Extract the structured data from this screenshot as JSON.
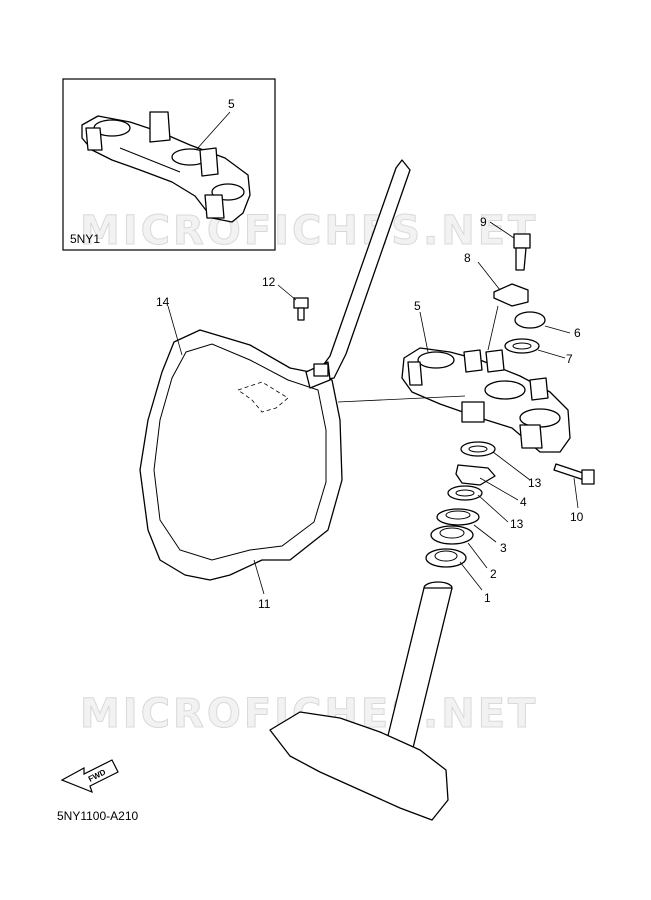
{
  "watermark": "MICROFICHES.NET",
  "inset": {
    "label": "5NY1"
  },
  "callouts": {
    "c5_inset": "5",
    "c9": "9",
    "c8": "8",
    "c5": "5",
    "c6": "6",
    "c7": "7",
    "c12": "12",
    "c14": "14",
    "c13a": "13",
    "c4": "4",
    "c13b": "13",
    "c10": "10",
    "c3": "3",
    "c2": "2",
    "c1": "1",
    "c11": "11"
  },
  "fwd_label": "FWD",
  "diagram_code": "5NY1100-A210"
}
